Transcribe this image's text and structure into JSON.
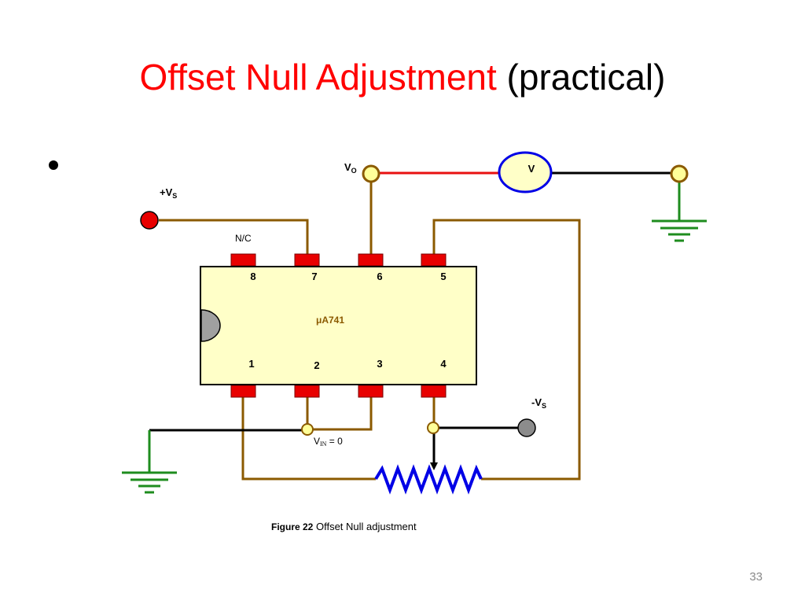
{
  "slide": {
    "title_red": "Offset Null Adjustment",
    "title_black": "(practical)",
    "page_number": "33"
  },
  "diagram": {
    "vo_main": "V",
    "vo_sub": "O",
    "vplus_main": "+V",
    "vplus_sub": "S",
    "vminus_main": "-V",
    "vminus_sub": "S",
    "nc_label": "N/C",
    "chip_label_mu": "μ",
    "chip_label_rest": "A741",
    "voltmeter_label": "V",
    "pins_top": [
      "8",
      "7",
      "6",
      "5"
    ],
    "pins_bottom": [
      "1",
      "2",
      "3",
      "4"
    ],
    "vin_main": "V",
    "vin_sub": "IN",
    "vin_rest": " = 0",
    "caption_bold": "Figure 22",
    "caption_text": " Offset Null adjustment"
  },
  "colors": {
    "title_red": "#ff0000",
    "wire_brown": "#8b5a00",
    "wire_red": "#e81010",
    "ground_green": "#1e8c1e",
    "chip_fill": "#ffffc8",
    "pin_red": "#e80000",
    "resistor_blue": "#0000e6",
    "terminal_yellow": "#ffff99",
    "terminal_gray": "#8c8c8c"
  }
}
